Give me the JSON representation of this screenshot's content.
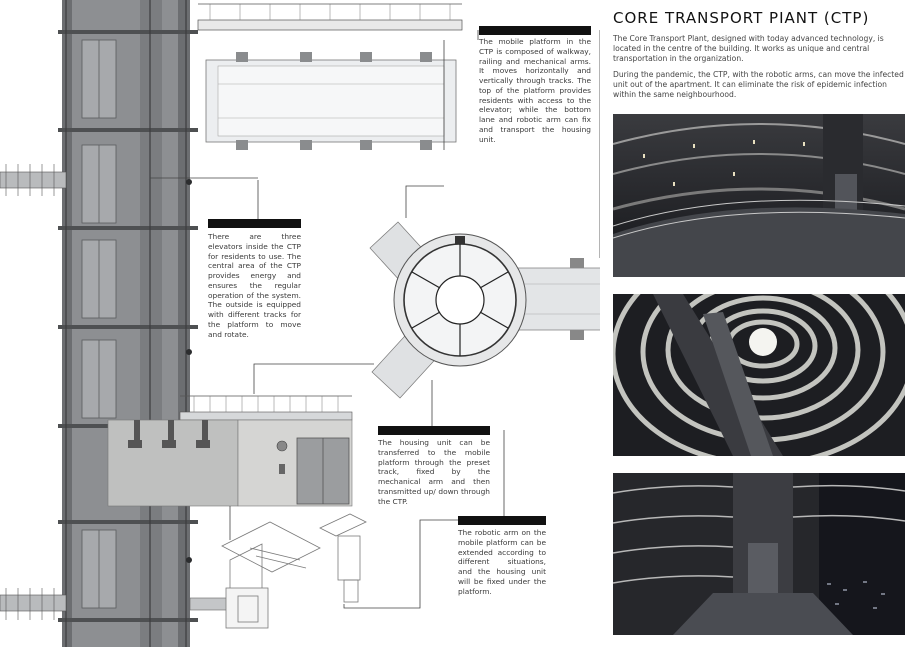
{
  "panel": {
    "title": "CORE TRANSPORT PIANT (CTP)",
    "description_1": "The Core Transport Plant, designed with today advanced technology, is located in the centre of the building. It works as unique and central transportation in the organization.",
    "description_2": "During the pandemic, the CTP, with the robotic arms, can move the infected unit out of the apartment. It can eliminate the risk of epidemic infection within the same neighbourhood."
  },
  "captions": {
    "platform": "The mobile platform in the CTP is composed of walkway, railing and mechanical arms. It moves horizontally and vertically through tracks. The top of the platform provides residents with access to the elevator; while the bottom lane and robotic arm can fix and transport the housing unit.",
    "elevators": "There are three elevators inside the CTP for residents to use. The central area of the CTP provides energy and ensures the regular operation of the system. The outside is equipped with different tracks for the platform to move and rotate.",
    "housing_unit": "The housing unit can be transferred to the mobile platform through the preset track, fixed by the mechanical arm and then transmitted up/ down through the CTP.",
    "robotic_arm": "The robotic arm on the mobile platform can be extended according to different situations, and the housing unit will be fixed under the platform."
  },
  "colors": {
    "ink": "#111111",
    "caption_text": "#3a3a3a",
    "render_dark": "#1b1c20",
    "render_light": "#d8d8d4"
  }
}
